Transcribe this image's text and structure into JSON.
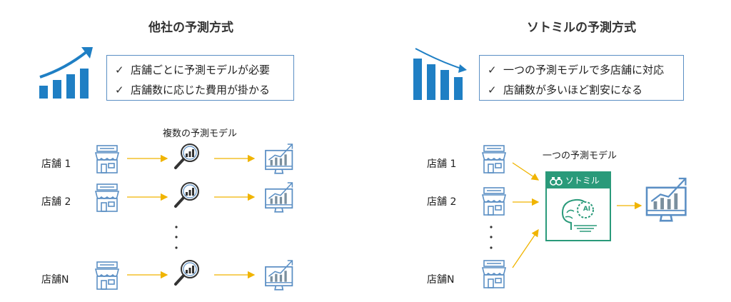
{
  "left": {
    "title": "他社の予測方式",
    "points": [
      "店舗ごとに予測モデルが必要",
      "店舗数に応じた費用が掛かる"
    ],
    "diagram_title": "複数の予測モデル",
    "stores": [
      "店舗 1",
      "店舗 2",
      "店舗N"
    ]
  },
  "right": {
    "title": "ソトミルの予測方式",
    "points": [
      "一つの予測モデルで多店舗に対応",
      "店舗数が多いほど割安になる"
    ],
    "diagram_title": "一つの予測モデル",
    "stores": [
      "店舗 1",
      "店舗 2",
      "店舗N"
    ],
    "brand": "ソトミル",
    "ai_badge": "AI"
  },
  "check_mark": "✓",
  "colors": {
    "blue": "#1f7fc4",
    "icon_blue": "#5b8fc4",
    "arrow": "#f0b400",
    "green": "#2a9a7a"
  },
  "icons": [
    "store-icon",
    "magnifier-chart-icon",
    "monitor-chart-icon",
    "growth-bars-icon",
    "decline-bars-icon",
    "ai-head-icon"
  ]
}
